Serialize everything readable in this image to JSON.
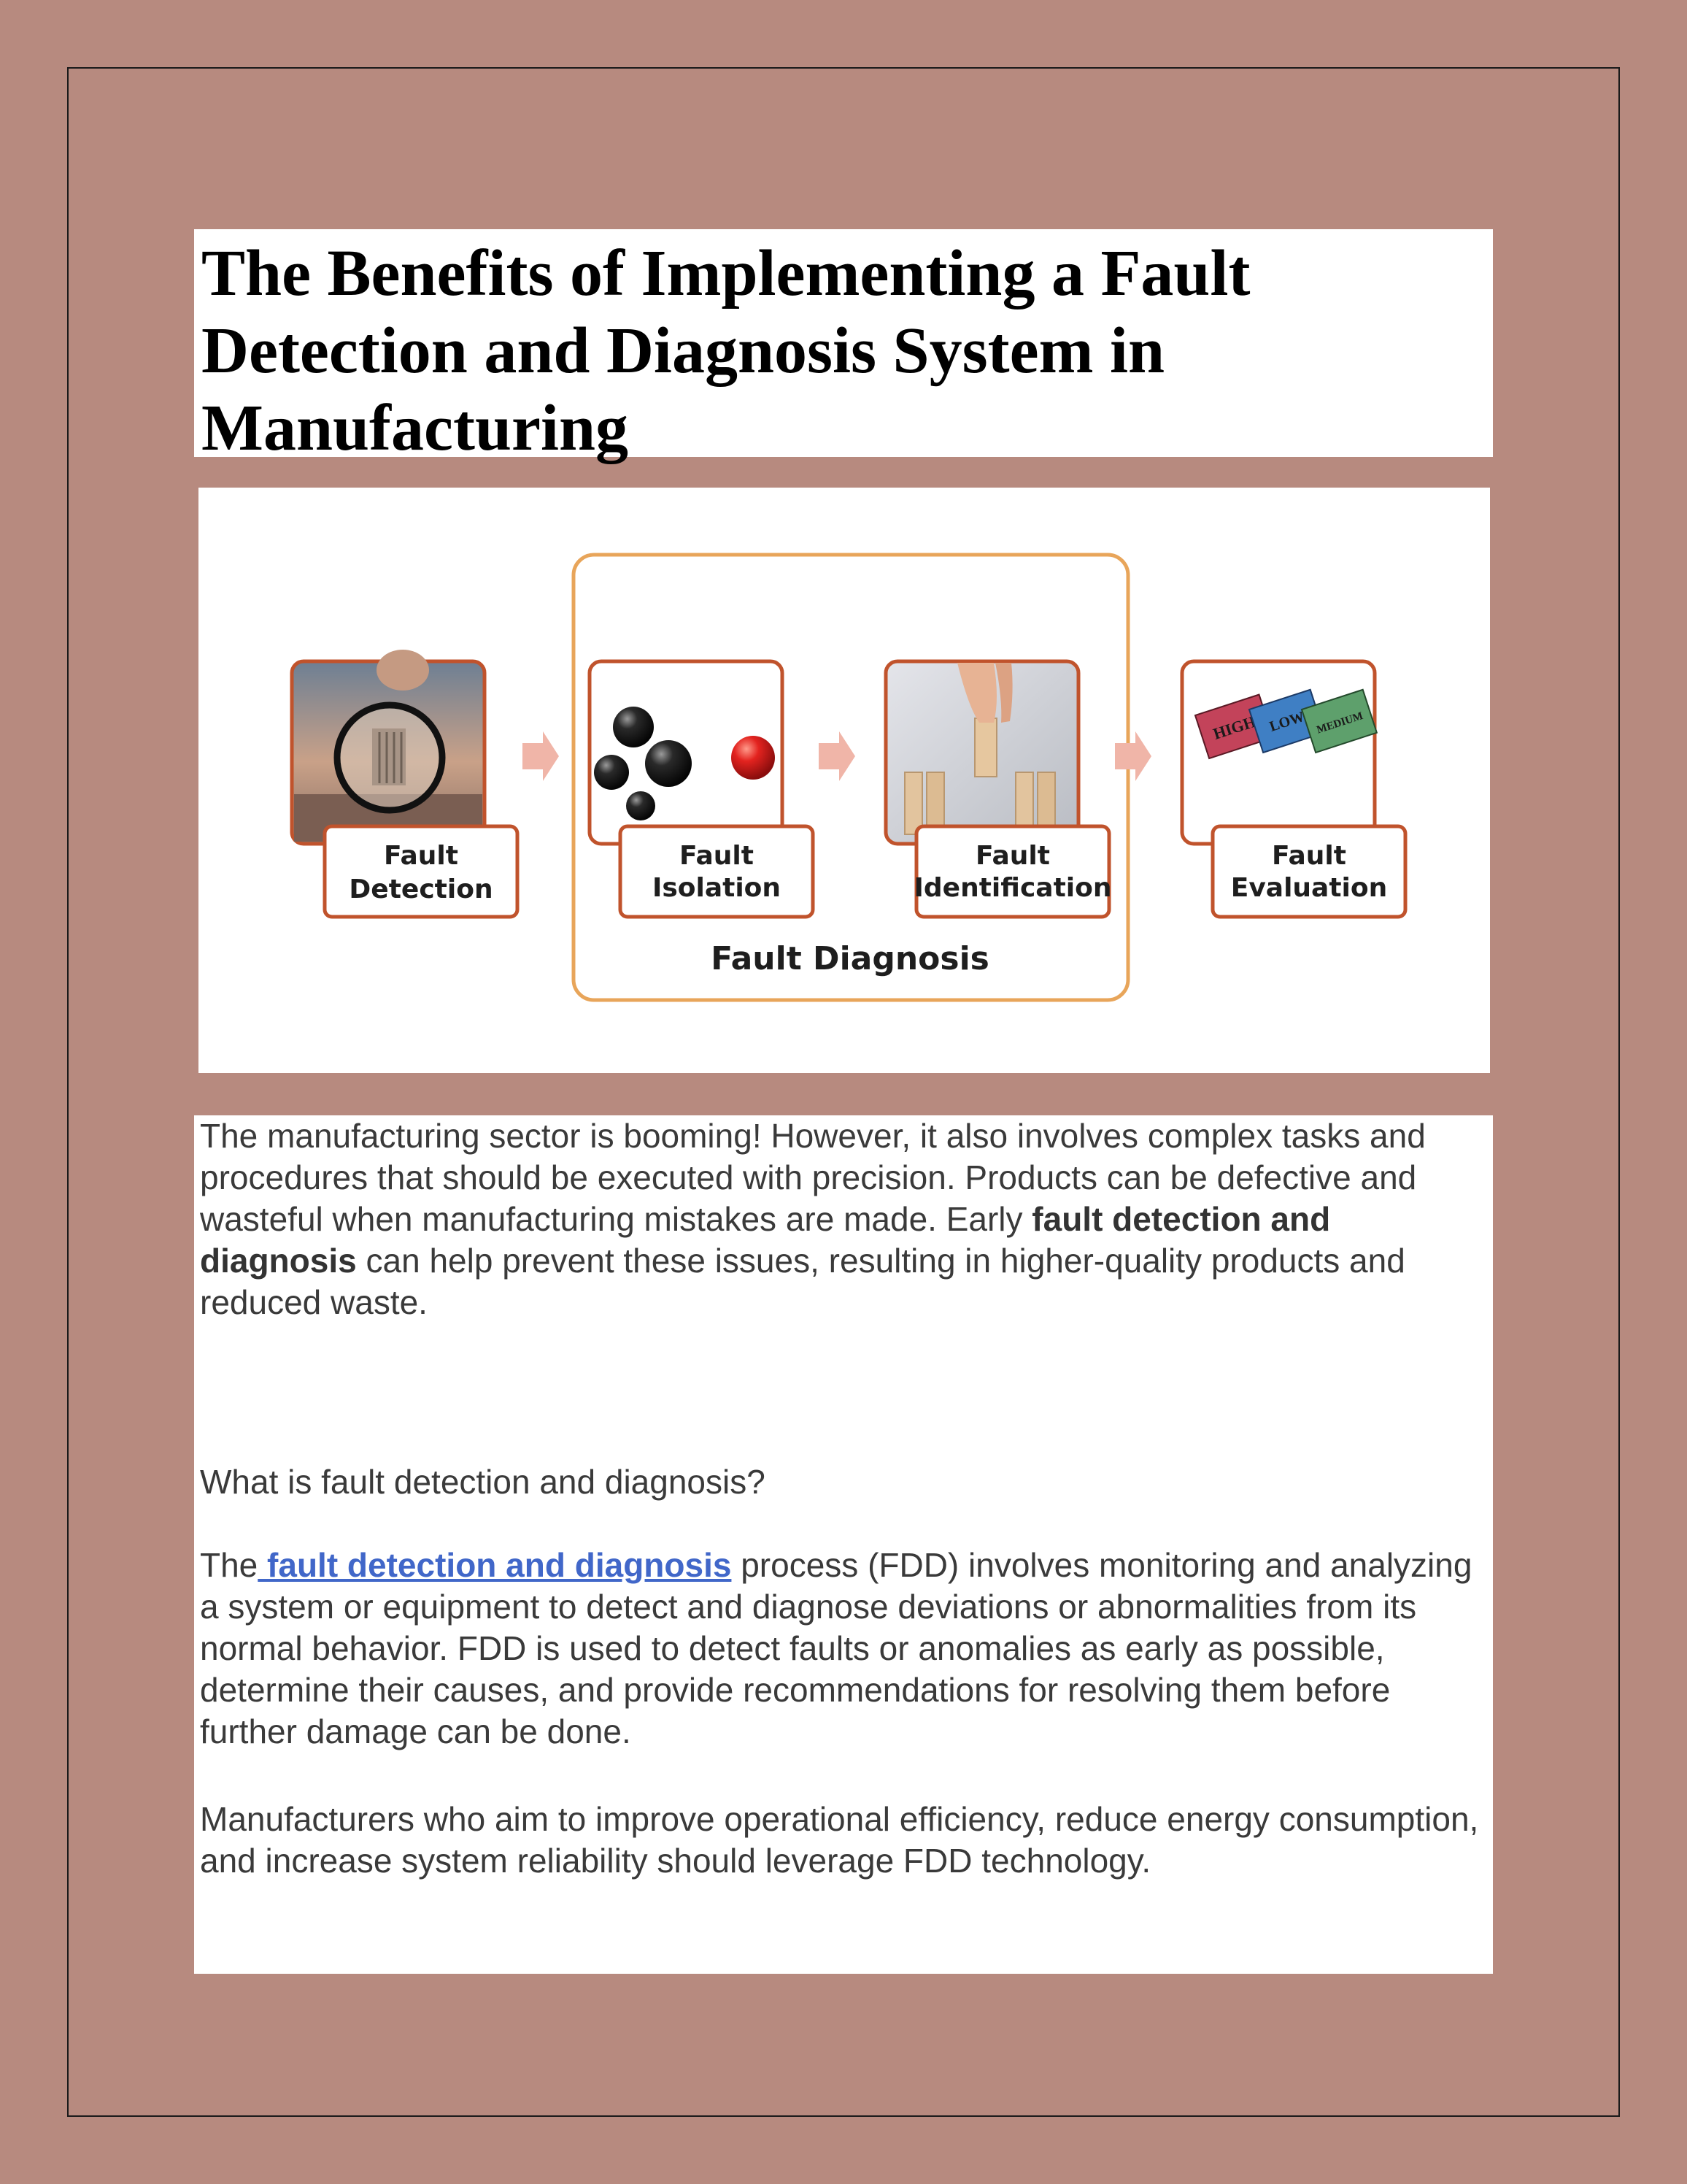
{
  "title": "The Benefits of Implementing a Fault Detection and Diagnosis System in Manufacturing",
  "diagram": {
    "steps": [
      {
        "line1": "Fault",
        "line2": "Detection"
      },
      {
        "line1": "Fault",
        "line2": "Isolation"
      },
      {
        "line1": "Fault",
        "line2": "Identification"
      },
      {
        "line1": "Fault",
        "line2": "Evaluation"
      }
    ],
    "group_label": "Fault Diagnosis",
    "cards": [
      "HIGH",
      "LOW",
      "MEDIUM"
    ],
    "colors": {
      "box_border": "#c0532c",
      "group_border": "#e8a55a",
      "arrow": "#f0b5a8"
    }
  },
  "intro": {
    "before_bold": "The manufacturing sector is booming! However, it also involves complex tasks and procedures that should be executed with precision. Products can be defective and wasteful when manufacturing mistakes are made. Early ",
    "bold": "fault detection and diagnosis",
    "after_bold": " can help prevent these issues, resulting in higher-quality products and reduced waste."
  },
  "question": "What is fault detection and diagnosis?",
  "fdd_paragraph": {
    "lead": "The",
    "link": " fault detection and diagnosis",
    "rest": " process (FDD) involves monitoring and analyzing a system or equipment to detect and diagnose deviations or abnormalities from its normal behavior. FDD is used to detect faults or anomalies as early as possible, determine their causes, and provide recommendations for resolving them before further damage can be done."
  },
  "closing": "Manufacturers who aim to improve operational efficiency, reduce energy consumption, and increase system reliability should leverage FDD technology.",
  "colors": {
    "page_bg": "#b78a7f",
    "link": "#4167c9",
    "text": "#3a3a3a"
  }
}
